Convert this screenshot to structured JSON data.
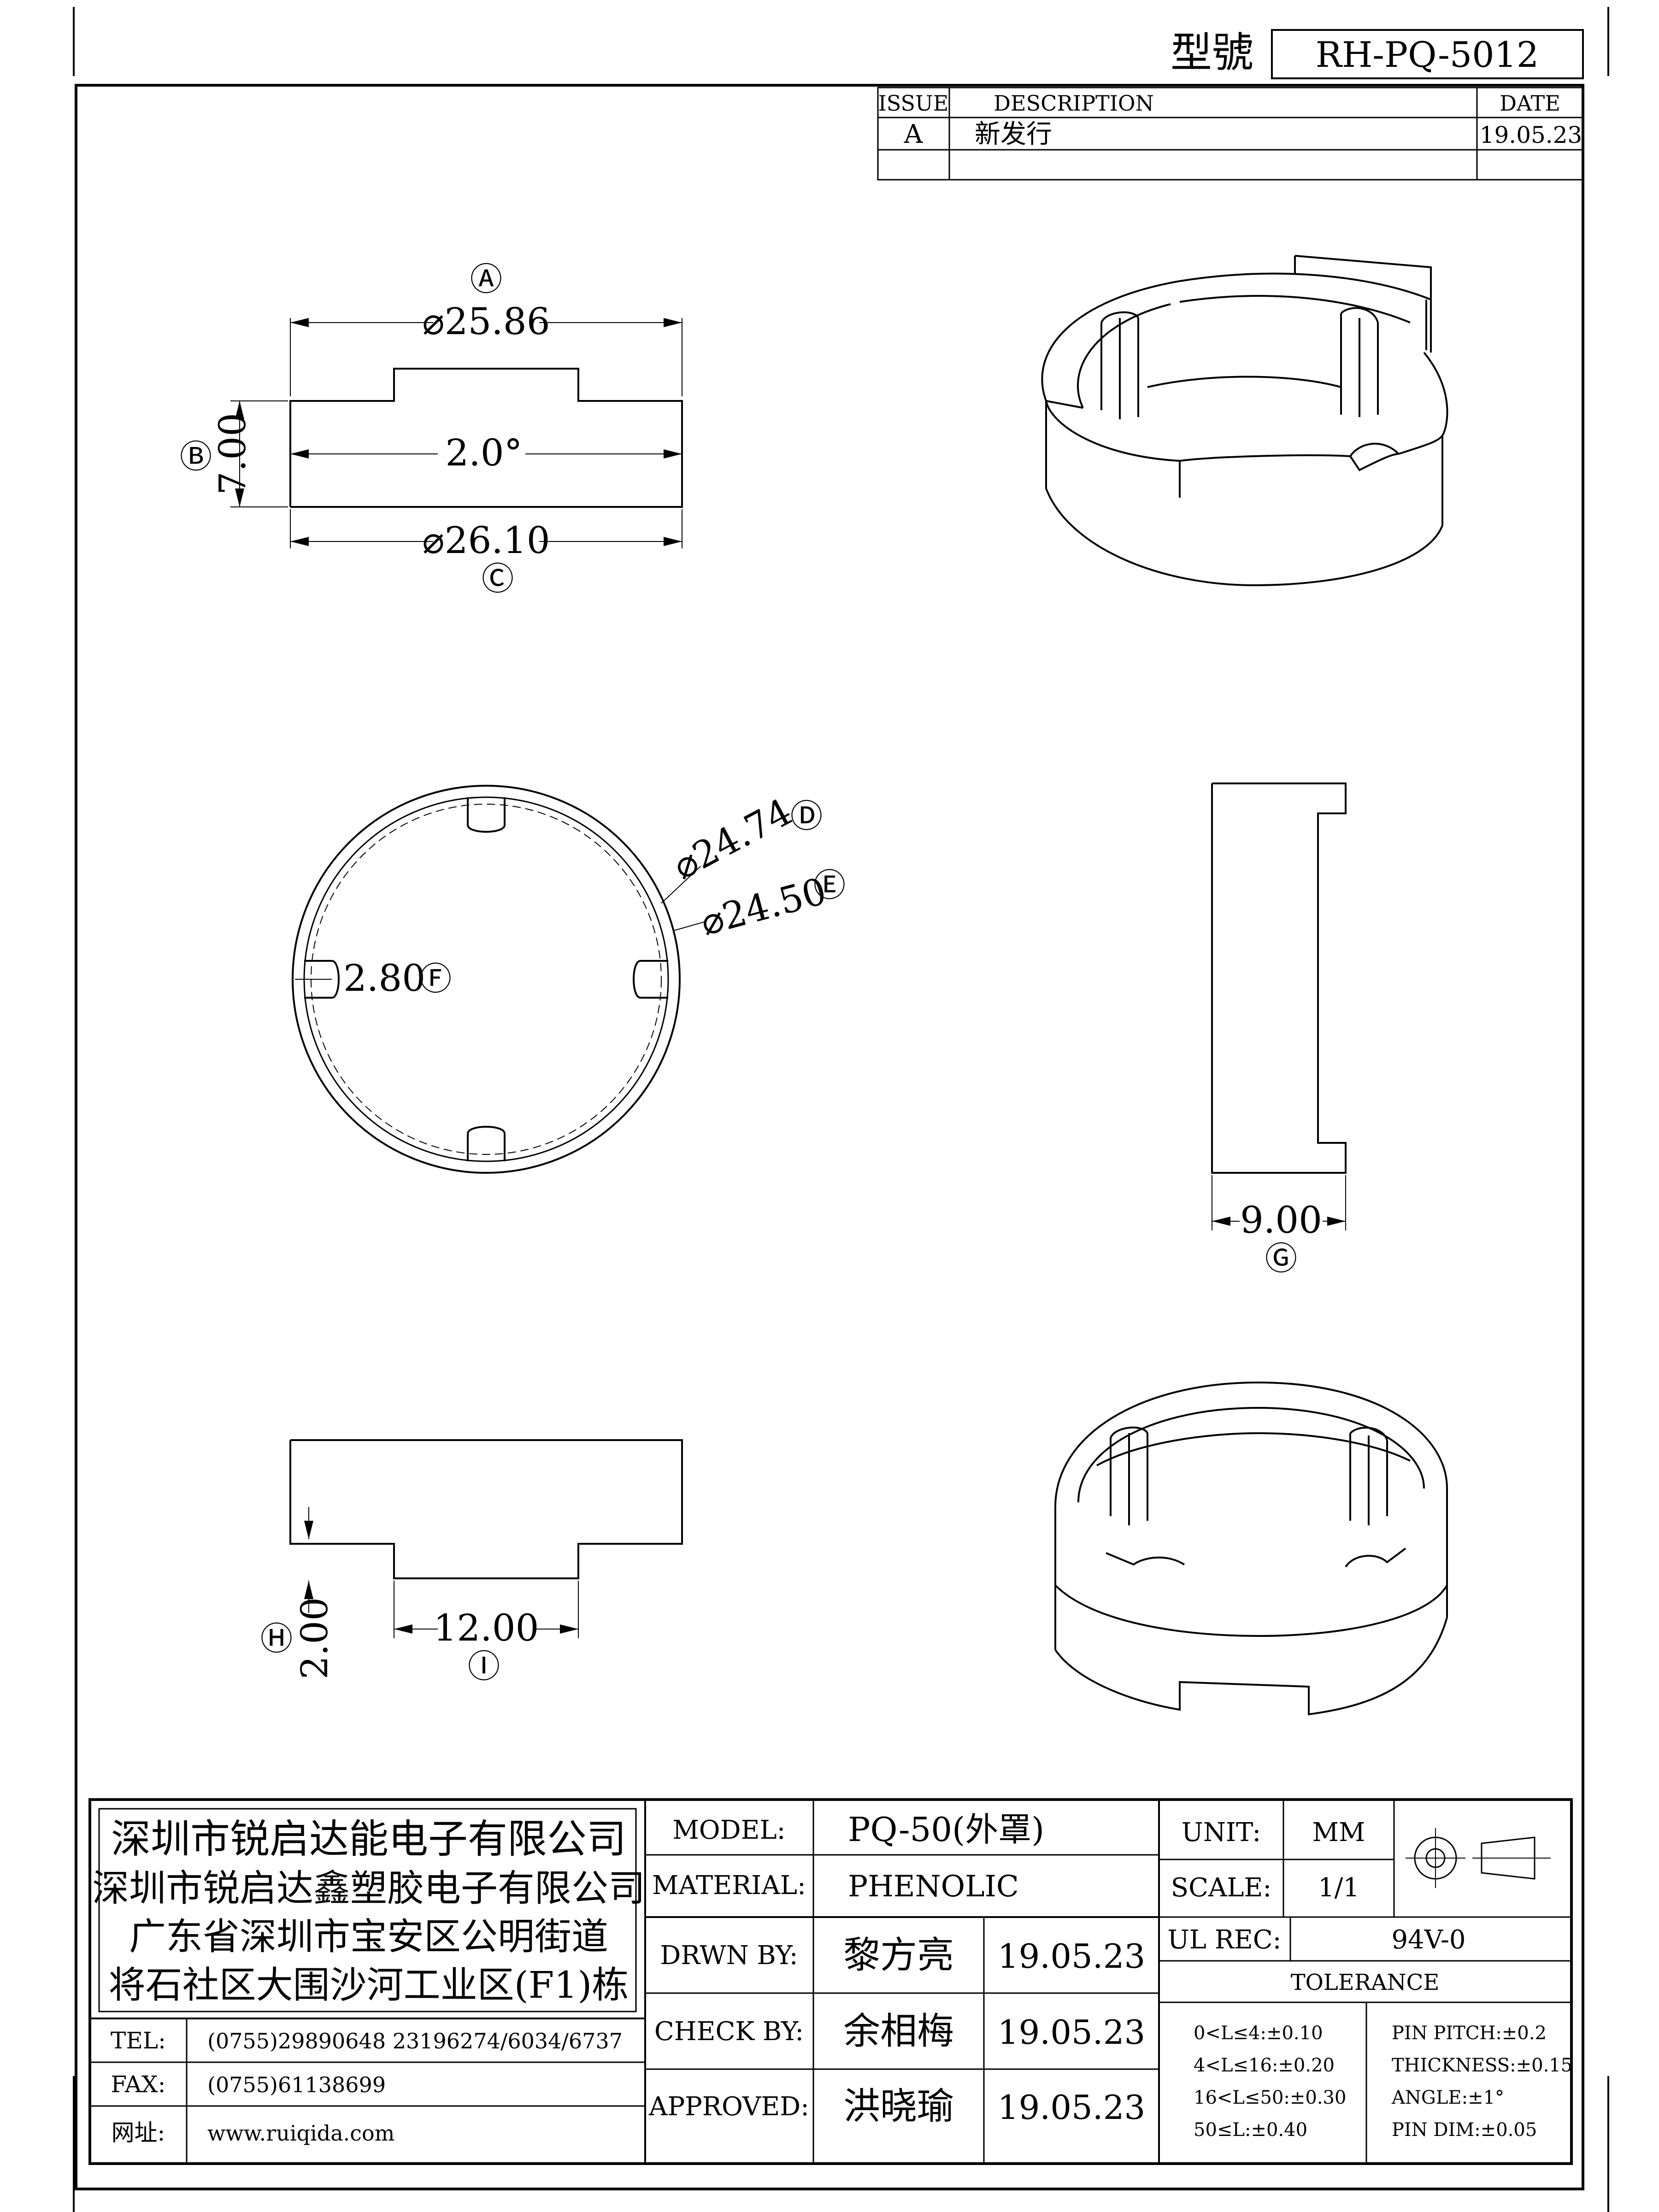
{
  "header": {
    "model_label": "型號",
    "model_no": "RH-PQ-5012"
  },
  "revision": {
    "issue_label": "ISSUE",
    "desc_label": "DESCRIPTION",
    "date_label": "DATE",
    "rows": [
      {
        "issue": "A",
        "desc": "新发行",
        "date": "19.05.23"
      }
    ]
  },
  "dims": {
    "a": "⌀25.86",
    "a_mark": "Ⓐ",
    "b": "7.00",
    "b_mark": "Ⓑ",
    "angle": "2.0°",
    "c": "⌀26.10",
    "c_mark": "Ⓒ",
    "d": "⌀24.74",
    "d_mark": "Ⓓ",
    "e": "⌀24.50",
    "e_mark": "Ⓔ",
    "f": "2.80",
    "f_mark": "Ⓕ",
    "g": "9.00",
    "g_mark": "Ⓖ",
    "h": "2.00",
    "h_mark": "Ⓗ",
    "i": "12.00",
    "i_mark": "Ⓘ"
  },
  "company": {
    "line1": "深圳市锐启达能电子有限公司",
    "line2": "深圳市锐启达鑫塑胶电子有限公司",
    "line3": "广东省深圳市宝安区公明街道",
    "line4": "将石社区大围沙河工业区(F1)栋",
    "tel_label": "TEL:",
    "tel": "(0755)29890648  23196274/6034/6737",
    "fax_label": "FAX:",
    "fax": "(0755)61138699",
    "web_label": "网址:",
    "web": "www.ruiqida.com"
  },
  "titleblock": {
    "model_label": "MODEL:",
    "model": "PQ-50(外罩)",
    "material_label": "MATERIAL:",
    "material": "PHENOLIC",
    "drawn_label": "DRWN BY:",
    "drawn_by": "黎方亮",
    "drawn_date": "19.05.23",
    "check_label": "CHECK BY:",
    "check_by": "余相梅",
    "check_date": "19.05.23",
    "approved_label": "APPROVED:",
    "approved_by": "洪晓瑜",
    "approved_date": "19.05.23",
    "unit_label": "UNIT:",
    "unit": "MM",
    "scale_label": "SCALE:",
    "scale": "1/1",
    "ul_label": "UL REC:",
    "ul": "94V-0",
    "tolerance_label": "TOLERANCE",
    "tol_left": [
      "0<L≤4:±0.10",
      "4<L≤16:±0.20",
      "16<L≤50:±0.30",
      "50≤L:±0.40"
    ],
    "tol_right": [
      "PIN PITCH:±0.2",
      "THICKNESS:±0.15",
      "ANGLE:±1°",
      "PIN DIM:±0.05"
    ]
  }
}
